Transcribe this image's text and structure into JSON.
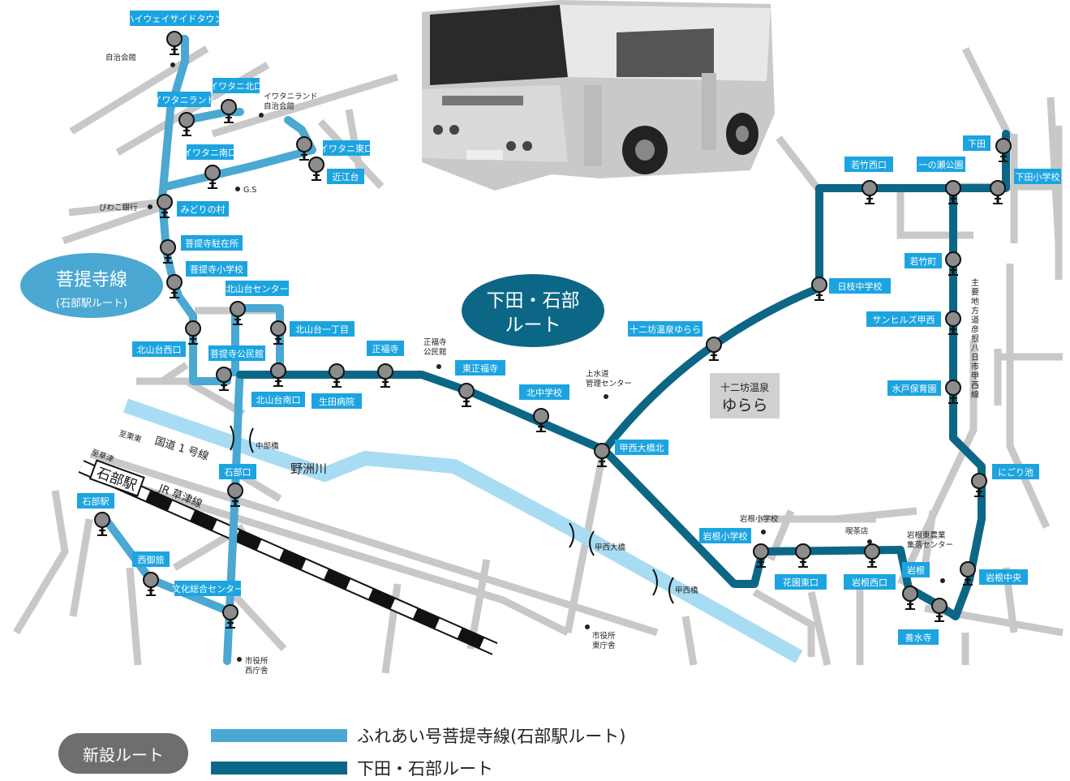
{
  "colors": {
    "light_route": "#4aa8d2",
    "dark_route": "#0c6786",
    "road": "#c8c8c8",
    "river": "#a8dcf2",
    "stop_label_bg": "#1ca4e0",
    "badge_dark": "#0c6786",
    "badge_light": "#4aa8d2",
    "legend_badge": "#6e6e6e"
  },
  "route_badges": {
    "bodaiji": {
      "title": "菩提寺線",
      "subtitle": "(石部駅ルート)"
    },
    "shimoda": {
      "title_line1": "下田・石部",
      "title_line2": "ルート"
    }
  },
  "light_route_stops": [
    "ハイウェイサイドタウン",
    "イワタニランド",
    "イワタニ北口",
    "イワタニ南口",
    "イワタニ東口",
    "近江台",
    "みどりの村",
    "菩提寺駐在所",
    "菩提寺小学校",
    "北山台センター",
    "北山台一丁目",
    "北山台西口",
    "菩提寺公民館",
    "北山台南口",
    "石部口",
    "石部駅",
    "西御旅",
    "文化総合センター"
  ],
  "dark_route_stops": [
    "生田病院",
    "正福寺",
    "東正福寺",
    "北中学校",
    "甲西大橋北",
    "十二坊温泉ゆらら",
    "日枝中学校",
    "若竹西口",
    "一の瀬公園",
    "下田",
    "下田小学校",
    "若竹町",
    "サンヒルズ甲西",
    "水戸保育園",
    "にごり池",
    "岩根中央",
    "岩根小学校",
    "花園東口",
    "岩根西口",
    "岩根",
    "善水寺"
  ],
  "landmarks": {
    "jichikaikan": "自治会館",
    "iwatani_jichikaikan_1": "イワタニランド",
    "iwatani_jichikaikan_2": "自治会館",
    "gs": "G.S",
    "biwako": "びわこ銀行",
    "shofukuji_1": "正福寺",
    "shofukuji_2": "公民館",
    "suido_1": "上水道",
    "suido_2": "管理センター",
    "shiyakusho_west_1": "市役所",
    "shiyakusho_west_2": "西庁舎",
    "shiyakusho_east_1": "市役所",
    "shiyakusho_east_2": "東庁舎",
    "iwane_es": "岩根小学校",
    "kissaten": "喫茶店",
    "nokyo_1": "岩根東農業",
    "nokyo_2": "集落センター",
    "yurara_1": "十二坊温泉",
    "yurara_2": "ゆらら",
    "chubu_bashi": "中部橋",
    "kosei_ohashi": "甲西大橋",
    "kosei_bashi": "甲西橋",
    "river": "野洲川",
    "route1_to": "至栗東",
    "route1": "国道 1 号線",
    "jr_to": "至草津",
    "ishibe_station": "石部駅",
    "jr_line": "JR 草津線",
    "prefectural_road": "主要地方道彦根八日市甲西線"
  },
  "legend": {
    "badge": "新設ルート",
    "light_label": "ふれあい号菩提寺線(石部駅ルート)",
    "dark_label": "下田・石部ルート"
  }
}
